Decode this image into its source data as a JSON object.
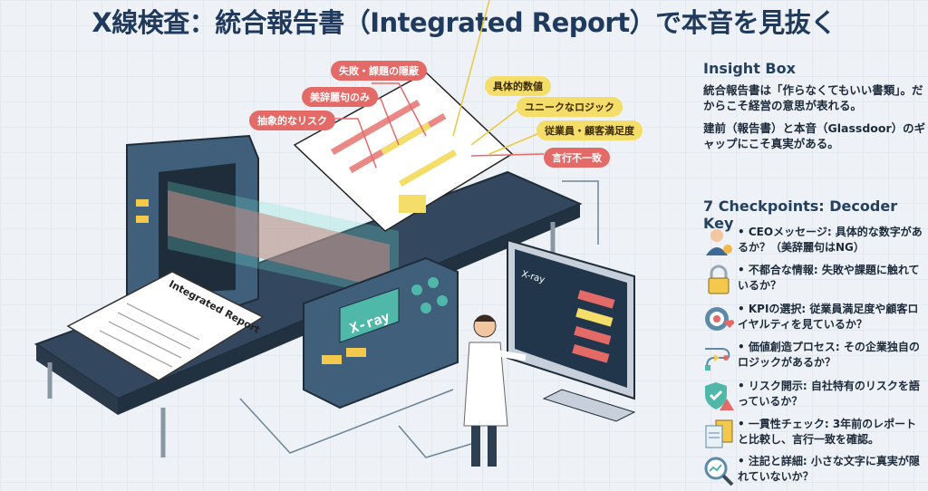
{
  "title": "X線検査：統合報告書（Integrated Report）で本音を見抜く",
  "illustration": {
    "red_tags": [
      "失敗・課題の隠蔽",
      "美辞麗句のみ",
      "抽象的なリスク",
      "言行不一致"
    ],
    "yellow_tags": [
      "具体的数値",
      "ユニークなロジック",
      "従業員・顧客満足度"
    ],
    "document_title": "Integrated Report",
    "machine_label": "X-ray",
    "monitor_label": "X-ray"
  },
  "insight": {
    "heading": "Insight Box",
    "lines": [
      "統合報告書は「作らなくてもいい書類」。だからこそ経営の意思が表れる。",
      "建前（報告書）と本音（Glassdoor）のギャップにこそ真実がある。"
    ]
  },
  "checkpoints": {
    "heading": "7 Checkpoints: Decoder Key",
    "items": [
      {
        "icon": "ceo-icon",
        "text": "CEOメッセージ: 具体的な数字があるか？（美辞麗句はNG）"
      },
      {
        "icon": "lock-icon",
        "text": "不都合な情報: 失敗や課題に触れているか？"
      },
      {
        "icon": "target-icon",
        "text": "KPIの選択: 従業員満足度や顧客ロイヤルティを見ているか？"
      },
      {
        "icon": "process-icon",
        "text": "価値創造プロセス: その企業独自のロジックがあるか？"
      },
      {
        "icon": "shield-icon",
        "text": "リスク開示: 自社特有のリスクを語っているか？"
      },
      {
        "icon": "documents-icon",
        "text": "一貫性チェック: 3年前のレポートと比較し、言行一致を確認。"
      },
      {
        "icon": "magnifier-icon",
        "text": "注記と詳細: 小さな文字に真実が隠れていないか？"
      }
    ]
  }
}
